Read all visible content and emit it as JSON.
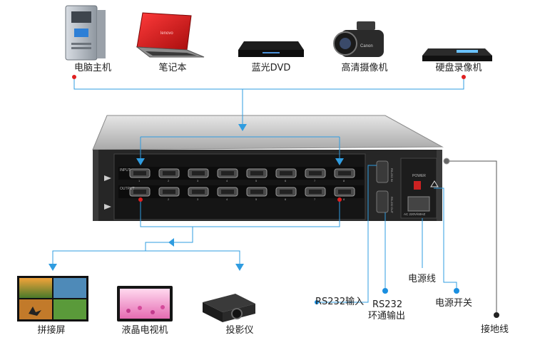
{
  "sources": [
    {
      "label": "电脑主机",
      "icon": "desktop-pc-icon"
    },
    {
      "label": "笔记本",
      "icon": "laptop-icon"
    },
    {
      "label": "蓝光DVD",
      "icon": "bluray-player-icon"
    },
    {
      "label": "高清摄像机",
      "icon": "camcorder-icon"
    },
    {
      "label": "硬盘录像机",
      "icon": "dvr-icon"
    }
  ],
  "outputs": [
    {
      "label": "拼接屏",
      "icon": "video-wall-icon"
    },
    {
      "label": "液晶电视机",
      "icon": "lcd-tv-icon"
    },
    {
      "label": "投影仪",
      "icon": "projector-icon"
    }
  ],
  "device": {
    "input_label": "INPUT",
    "output_label": "OUTPUT",
    "power_label": "POWER",
    "ac_label": "AC 220V/60HZ",
    "rs232_in_label": "RS-232 IN",
    "rs232_out_label": "RS-232 OUT",
    "port_numbers": [
      "1",
      "2",
      "3",
      "4",
      "5",
      "6",
      "7",
      "8"
    ]
  },
  "connections": {
    "rs232_in": "RS232输入",
    "rs232_loop_line1": "RS232",
    "rs232_loop_line2": "环通输出",
    "power_cord": "电源线",
    "power_switch": "电源开关",
    "ground": "接地线"
  },
  "colors": {
    "line": "#2f9ce0",
    "ground_line": "#555555",
    "input_dot": "#1a8fe0",
    "output_dot": "#e02020",
    "device_body": "#2a2a2a",
    "device_top": "#c9c9c9"
  }
}
